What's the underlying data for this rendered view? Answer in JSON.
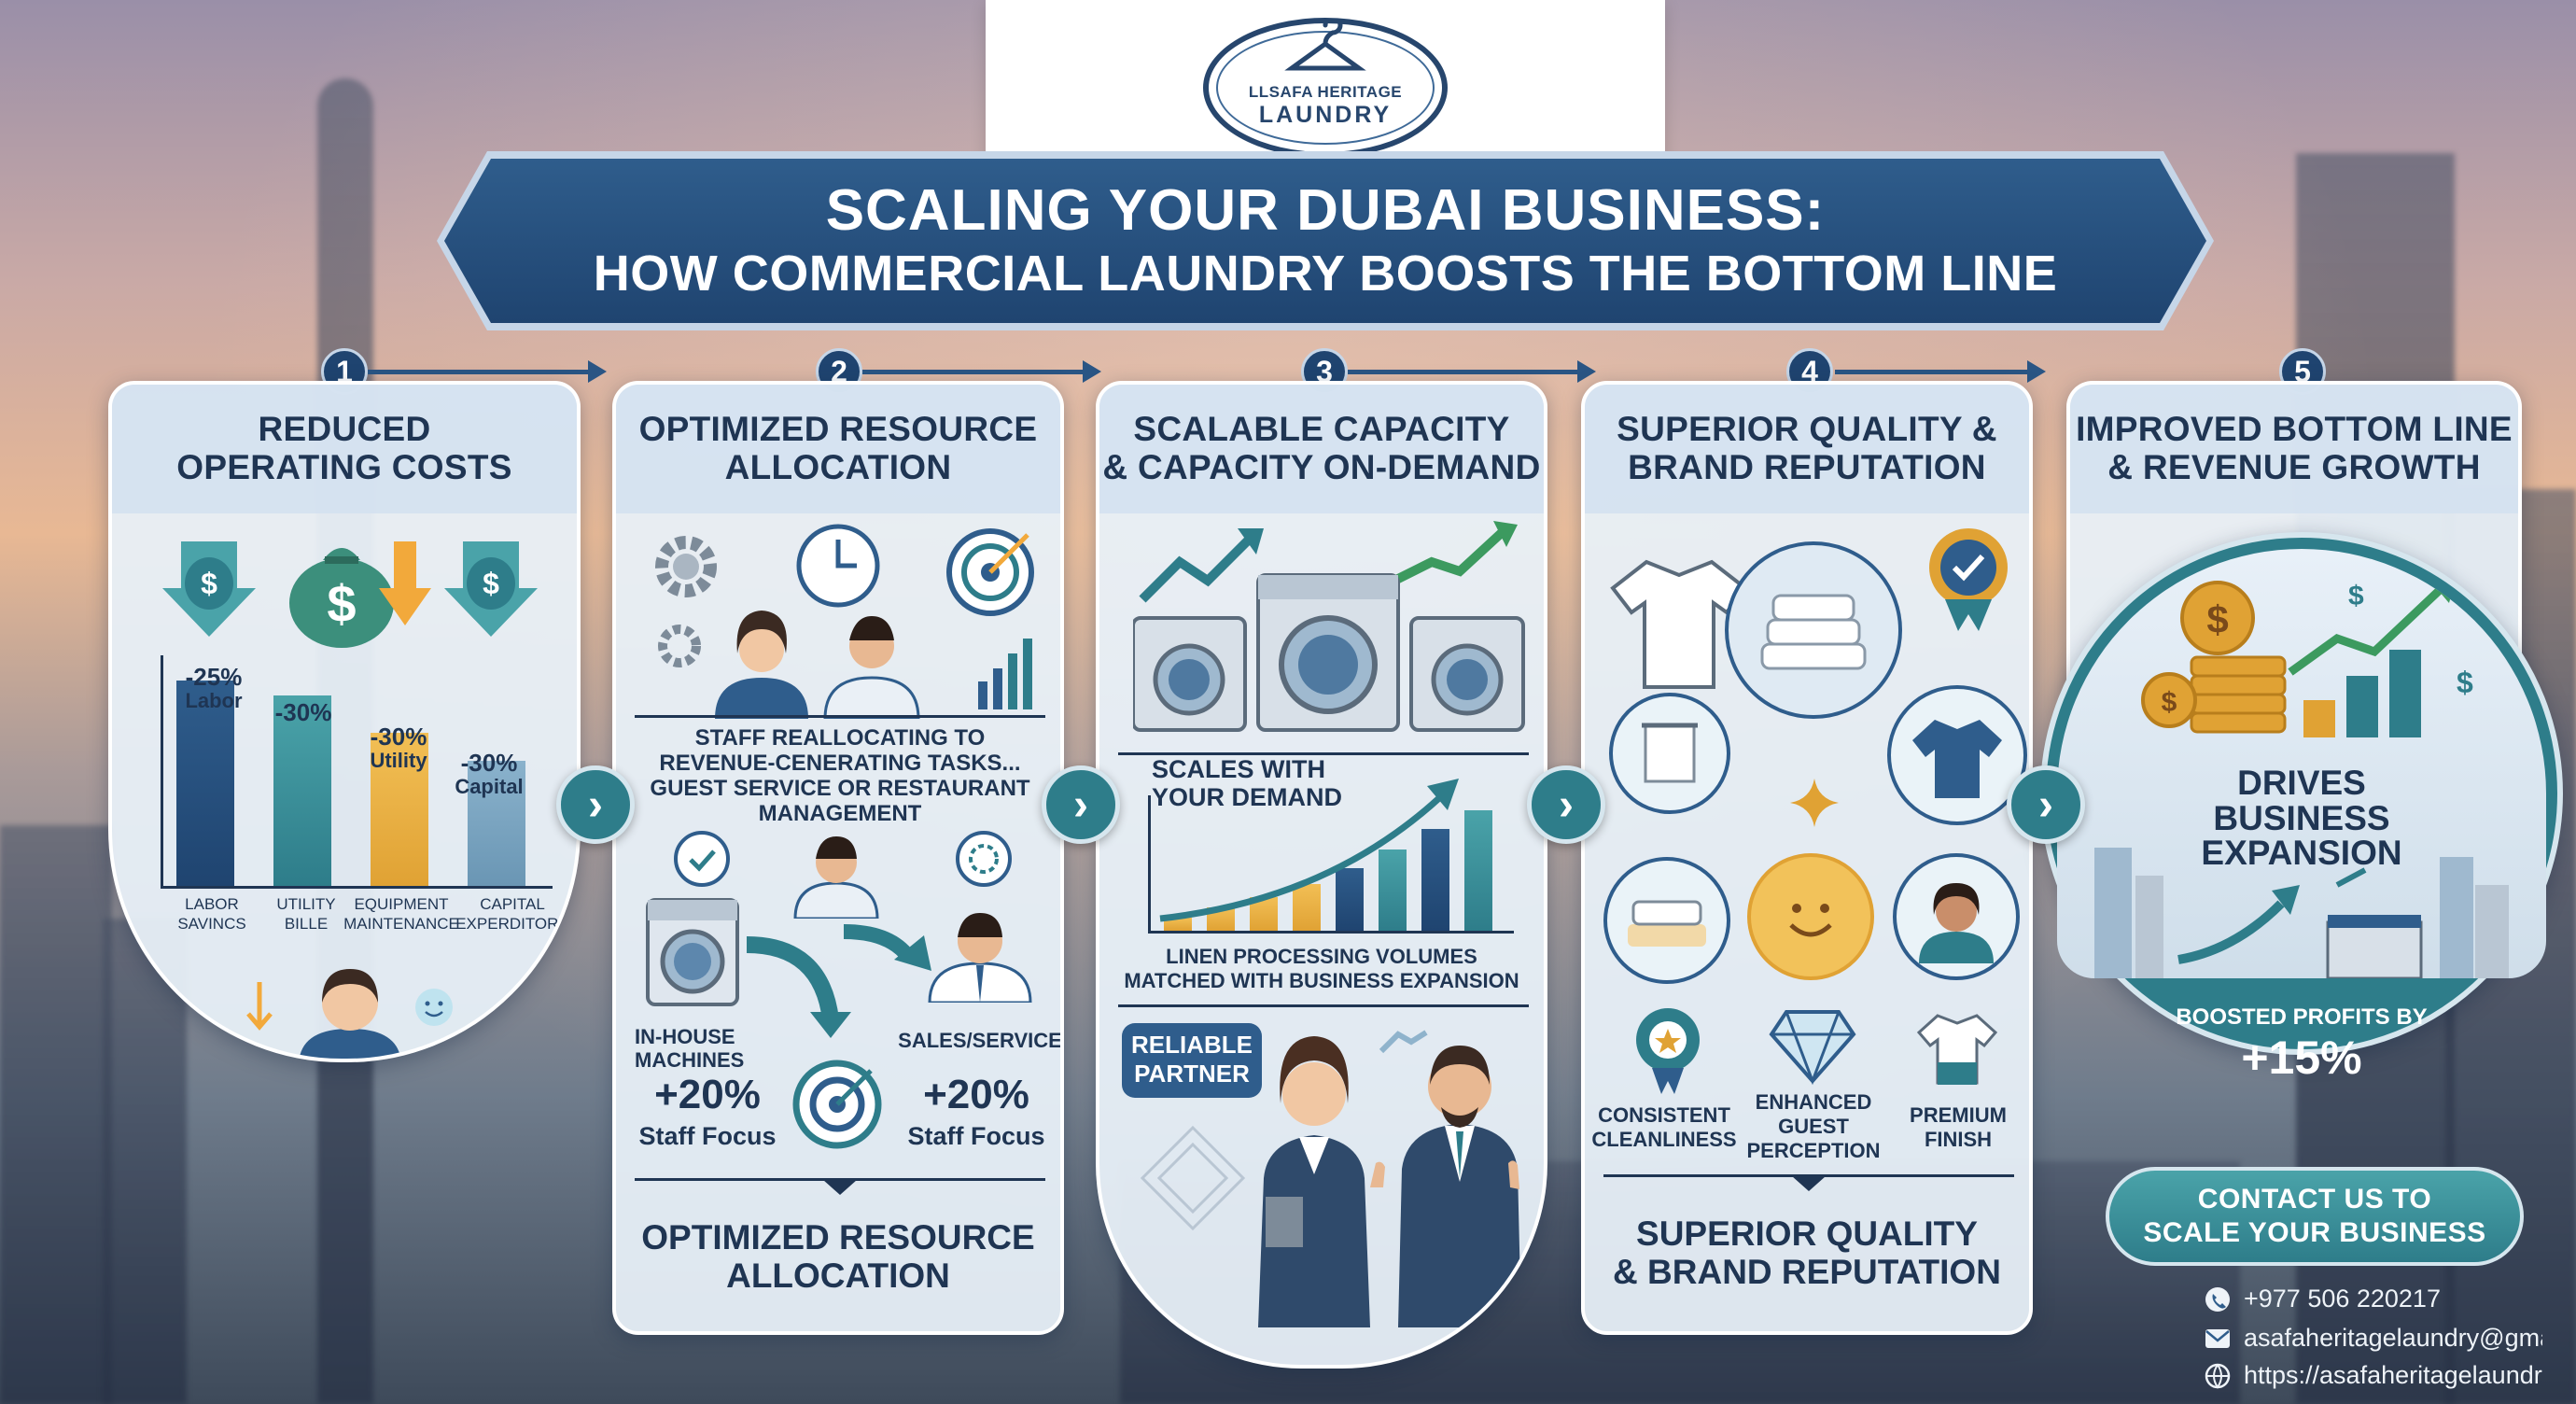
{
  "logo": {
    "top": "LLSAFA HERITAGE",
    "bottom": "LAUNDRY"
  },
  "title": {
    "line1": "SCALING YOUR DUBAI BUSINESS:",
    "line2": "HOW COMMERCIAL LAUNDRY BOOSTS THE BOTTOM LINE"
  },
  "steps": [
    "1",
    "2",
    "3",
    "4",
    "5"
  ],
  "panel1": {
    "heading1": "REDUCED",
    "heading2": "OPERATING COSTS",
    "bars": [
      {
        "pct": "-25%",
        "label": "Labor",
        "axis1": "LABOR",
        "axis2": "SAVINCS",
        "value": 25
      },
      {
        "pct": "-30%",
        "label": "",
        "axis1": "UTILITY",
        "axis2": "BILLE",
        "value": 30
      },
      {
        "pct": "-30%",
        "label": "Utility",
        "axis1": "EQUIPMENT",
        "axis2": "MAINTENANCE",
        "value": 30
      },
      {
        "pct": "-30%",
        "label": "Capital",
        "axis1": "CAPITAL",
        "axis2": "EXPERDITORE",
        "value": 30
      }
    ]
  },
  "panel2": {
    "heading1": "OPTIMIZED RESOURCE",
    "heading2": "ALLOCATION",
    "caption1": "STAFF REALLOCATING TO",
    "caption2": "REVENUE-CENERATING TASKS...",
    "caption3": "GUEST SERVICE OR RESTAURANT",
    "caption4": "MANAGEMENT",
    "inhouse1": "IN-HOUSE",
    "inhouse2": "MACHINES",
    "sales": "SALES/SERVICE",
    "stat_left_value": "+20%",
    "stat_left_label": "Staff Focus",
    "stat_right_value": "+20%",
    "stat_right_label": "Staff Focus",
    "footer1": "OPTIMIZED RESOURCE",
    "footer2": "ALLOCATION"
  },
  "panel3": {
    "heading1": "SCALABLE CAPACITY",
    "heading2": "& CAPACITY ON-DEMAND",
    "chart1": "SCALES WITH",
    "chart2": "YOUR DEMAND",
    "chart_caption1": "LINEN PROCESSING VOLUMES",
    "chart_caption2": "MATCHED WITH BUSINESS EXPANSION",
    "badge1": "RELIABLE",
    "badge2": "PARTNER",
    "bars": [
      10,
      18,
      26,
      36,
      48,
      62,
      78,
      92
    ]
  },
  "panel4": {
    "heading1": "SUPERIOR QUALITY &",
    "heading2": "BRAND REPUTATION",
    "feat1a": "CONSISTENT",
    "feat1b": "CLEANLINESS",
    "feat2a": "ENHANCED",
    "feat2b": "GUEST",
    "feat2c": "PERCEPTION",
    "feat3a": "PREMIUM",
    "feat3b": "FINISH",
    "footer1": "SUPERIOR QUALITY",
    "footer2": "& BRAND REPUTATION"
  },
  "panel5": {
    "heading1": "IMPROVED BOTTOM LINE",
    "heading2": "& REVENUE GROWTH",
    "drives1": "DRIVES",
    "drives2": "BUSINESS",
    "drives3": "EXPANSION",
    "boost_label": "BOOSTED PROFITS BY",
    "boost_value": "+15%"
  },
  "contact": {
    "button1": "CONTACT US TO",
    "button2": "SCALE YOUR BUSINESS",
    "phone": "+977 506 220217",
    "email": "asafaheritagelaundry@gmail...",
    "website": "https://asafaheritagelaundry..."
  },
  "colors": {
    "navy": "#1f4470",
    "teal": "#2e7d8a",
    "gold": "#e0a234",
    "panel": "#e8f0f8"
  }
}
